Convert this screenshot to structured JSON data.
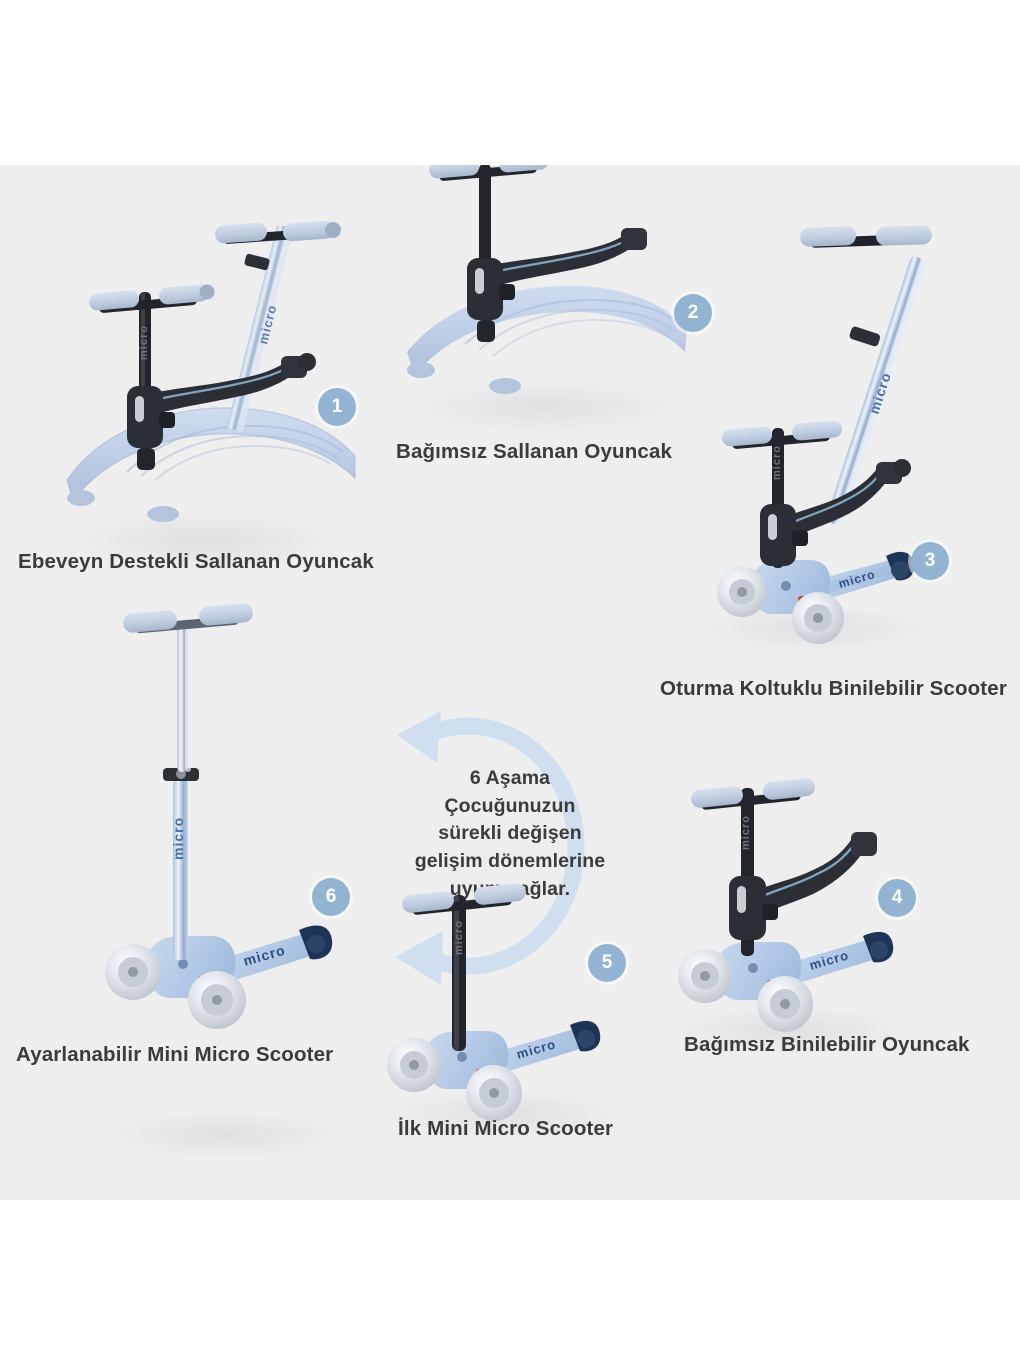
{
  "page": {
    "background_color": "#ffffff",
    "panel_color": "#eeeeee",
    "badge_color": "#92b4d2",
    "text_color": "#3b3b3b",
    "arrow_color": "#cfdff0"
  },
  "center_message": {
    "lines": [
      "6 Aşama",
      "Çocuğunuzun",
      "sürekli değişen",
      "gelişim dönemlerine",
      "uyum sağlar."
    ]
  },
  "steps": [
    {
      "number": "1",
      "label": "Ebeveyn Destekli Sallanan Oyuncak"
    },
    {
      "number": "2",
      "label": "Bağımsız Sallanan Oyuncak"
    },
    {
      "number": "3",
      "label": "Oturma Koltuklu Binilebilir Scooter"
    },
    {
      "number": "4",
      "label": "Bağımsız Binilebilir Oyuncak"
    },
    {
      "number": "5",
      "label": "İlk Mini Micro Scooter"
    },
    {
      "number": "6",
      "label": "Ayarlanabilir Mini Micro Scooter"
    }
  ],
  "brand": {
    "wordmark": "micro"
  }
}
